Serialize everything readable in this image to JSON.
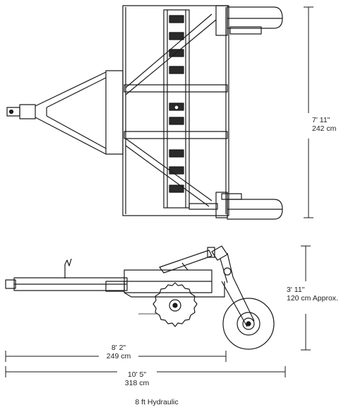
{
  "dimensions": {
    "width": {
      "imperial": "7' 11\"",
      "metric": "242 cm"
    },
    "height": {
      "imperial": "3' 11\"",
      "metric": "120 cm Approx."
    },
    "deck_length": {
      "imperial": "8' 2\"",
      "metric": "249 cm"
    },
    "overall_length": {
      "imperial": "10' 5\"",
      "metric": "318 cm"
    }
  },
  "caption": "8 ft Hydraulic",
  "colors": {
    "line": "#1a1a1a",
    "background": "#ffffff"
  }
}
